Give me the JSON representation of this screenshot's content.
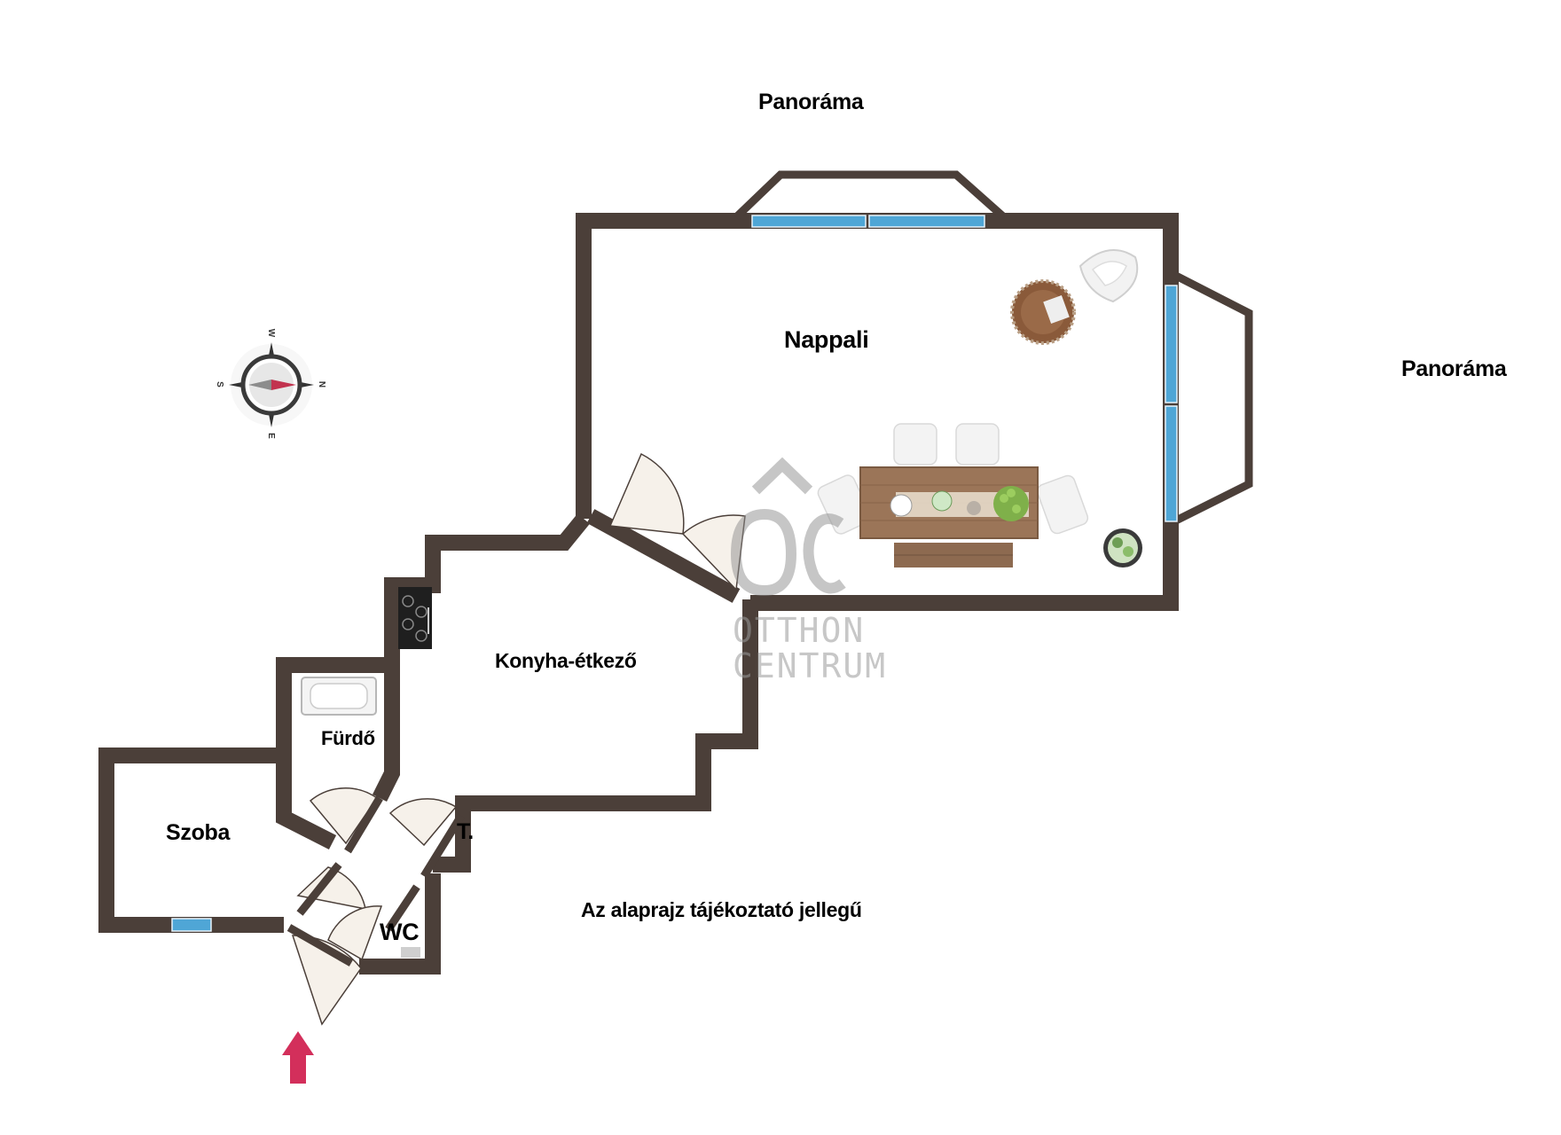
{
  "labels": {
    "view_top": "Panoráma",
    "view_right": "Panoráma",
    "living_room": "Nappali",
    "kitchen_dining": "Konyha-étkező",
    "bathroom": "Fürdő",
    "room": "Szoba",
    "pantry": "T.",
    "toilet": "WC",
    "disclaimer": "Az alaprajz tájékoztató jellegű"
  },
  "watermark": {
    "monogram": "OC",
    "line1": "OTTHON",
    "line2": "CENTRUM"
  },
  "compass": {
    "north": "N",
    "south": "S",
    "east": "E",
    "west": "W"
  },
  "colors": {
    "wall": "#4b3f39",
    "window": "#4fa6d6",
    "door_fill": "#f6f1ea",
    "entrance_arrow": "#d32f5b",
    "table_wood": "#9b7558",
    "compass_needle": "#c2334f"
  }
}
